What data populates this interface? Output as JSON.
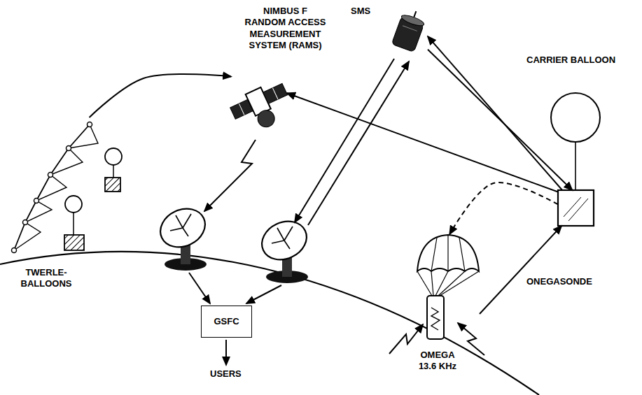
{
  "diagram": {
    "nodes": [
      {
        "text": [
          "NIMBUS F RANDOM ACCESS MEASUREMENT SYSTEM (RAMS)"
        ]
      },
      {
        "text": [
          "SMS"
        ]
      },
      {
        "text": [
          "CARRIER BALLOON"
        ]
      },
      {
        "text": [
          "TWERLE- BALLOONS"
        ]
      },
      {
        "text": [
          "GSFC"
        ]
      },
      {
        "text": [
          "ONEGASONDE"
        ]
      }
    ],
    "edges": [
      {
        "from": 3,
        "to": 0,
        "arrow": "to"
      },
      {
        "from": 2,
        "to": 0,
        "arrow": "to"
      },
      {
        "from": 2,
        "to": 1,
        "arrow": "to"
      },
      {
        "from": 1,
        "to": 2,
        "arrow": "to"
      },
      {
        "from": 5,
        "to": 2,
        "arrow": "to"
      },
      {
        "from": 2,
        "to": 5,
        "arrow": "to"
      }
    ],
    "labels": [
      "USERS",
      "OMEGA 13.6 KHz"
    ]
  }
}
